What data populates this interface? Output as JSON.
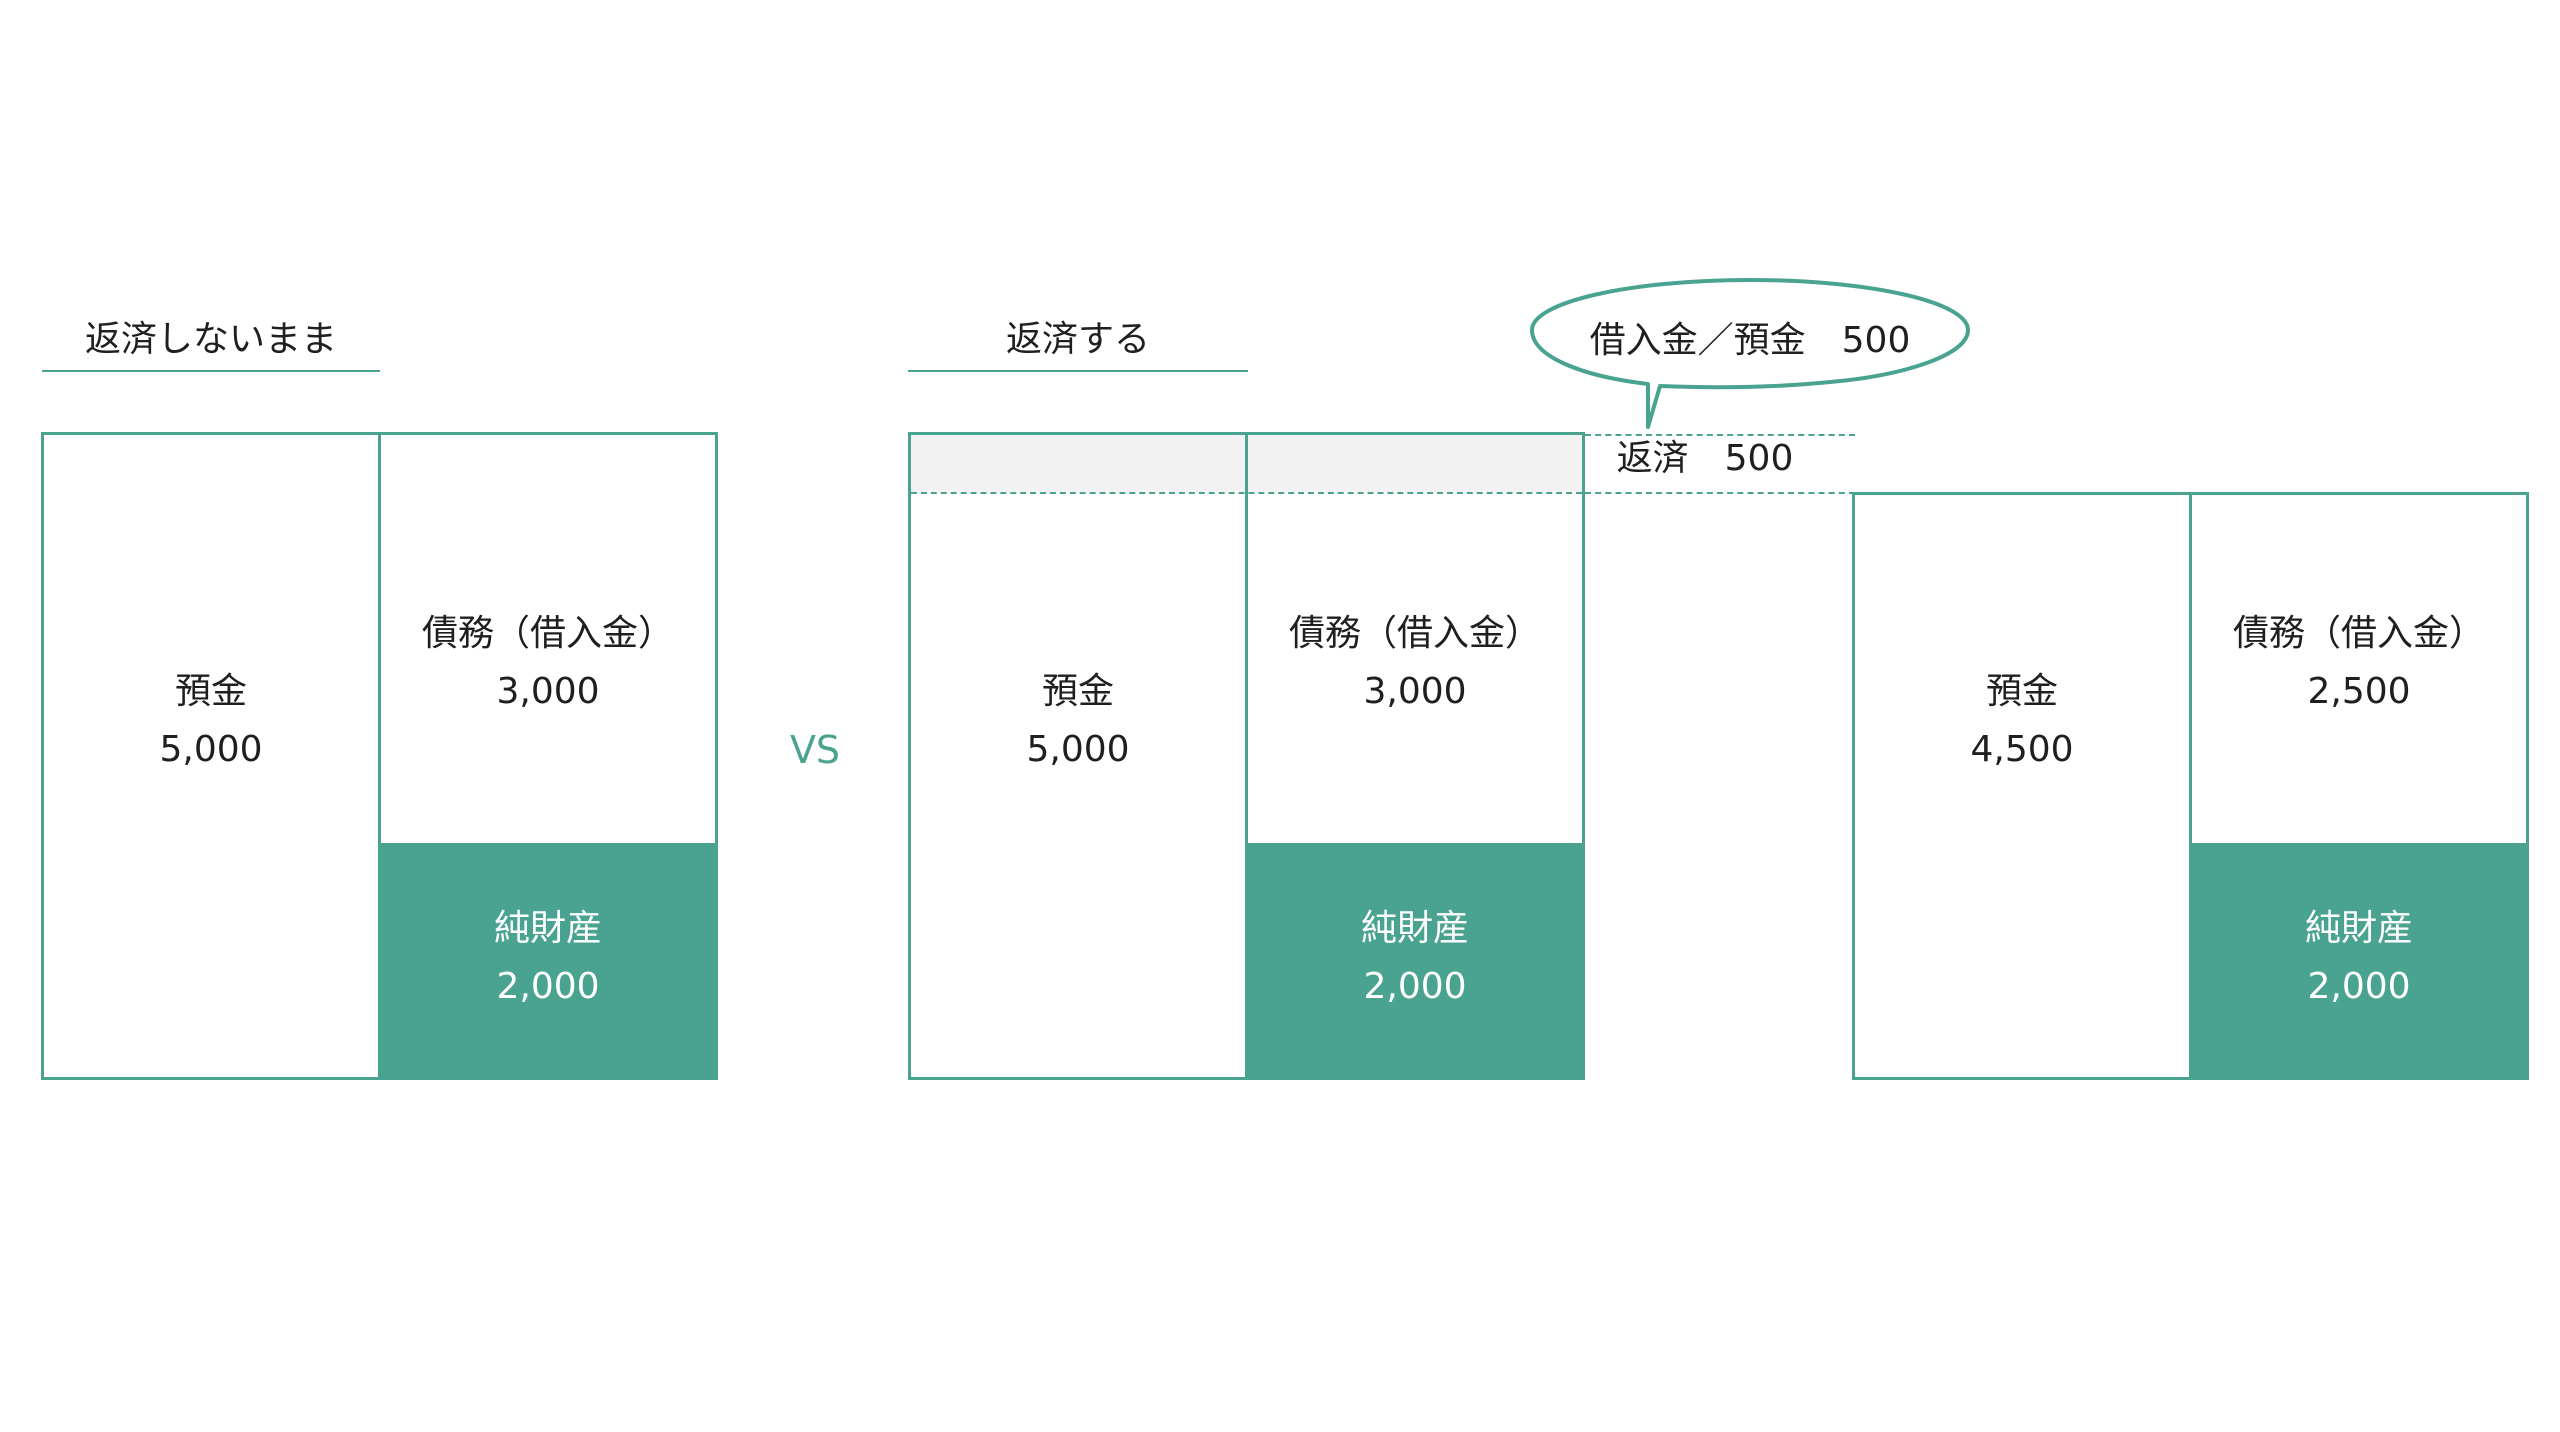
{
  "left": {
    "title": "返済しないまま",
    "asset_label": "預金",
    "asset_value": "5,000",
    "debt_label": "債務（借入金）",
    "debt_value": "3,000",
    "equity_label": "純財産",
    "equity_value": "2,000"
  },
  "vs": "VS",
  "middle": {
    "title": "返済する",
    "asset_label": "預金",
    "asset_value": "5,000",
    "debt_label": "債務（借入金）",
    "debt_value": "3,000",
    "equity_label": "純財産",
    "equity_value": "2,000"
  },
  "callout": {
    "text": "借入金／預金　500"
  },
  "repay": {
    "text": "返済　500"
  },
  "right": {
    "asset_label": "預金",
    "asset_value": "4,500",
    "debt_label": "債務（借入金）",
    "debt_value": "2,500",
    "equity_label": "純財産",
    "equity_value": "2,000"
  },
  "colors": {
    "accent": "#4aa391",
    "shade": "#f2f2f2"
  }
}
